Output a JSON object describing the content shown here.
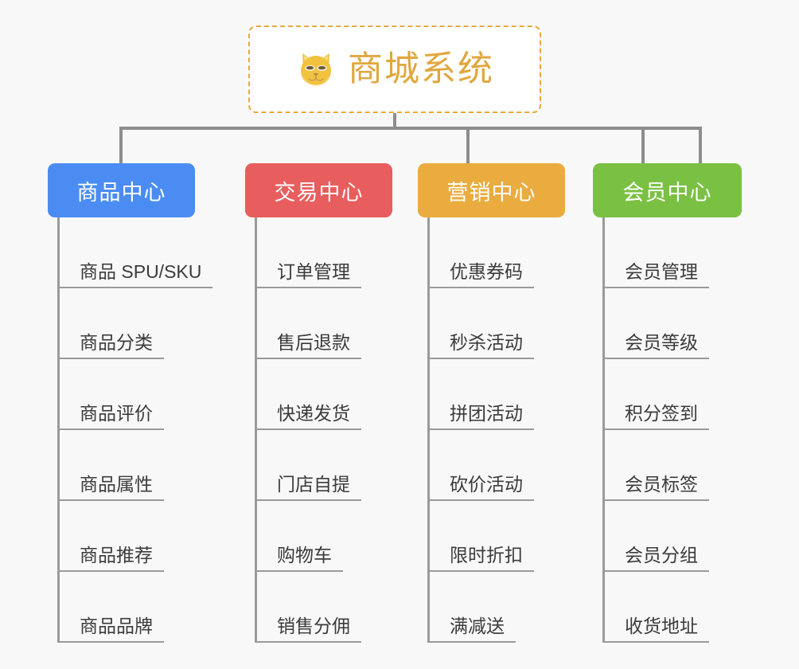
{
  "background": "#f8f8f8",
  "root": {
    "title": "商城系统",
    "icon": "shiba-dog-face-icon",
    "border_color": "#e8a83d",
    "title_color": "#e0a73e"
  },
  "connector_color": "#8d8d8d",
  "trunk_color": "#9a9a9a",
  "columns": [
    {
      "header": "商品中心",
      "color": "#4a8cf2",
      "items": [
        "商品 SPU/SKU",
        "商品分类",
        "商品评价",
        "商品属性",
        "商品推荐",
        "商品品牌"
      ]
    },
    {
      "header": "交易中心",
      "color": "#e85d5d",
      "items": [
        "订单管理",
        "售后退款",
        "快递发货",
        "门店自提",
        "购物车",
        "销售分佣"
      ]
    },
    {
      "header": "营销中心",
      "color": "#eaac3f",
      "items": [
        "优惠券码",
        "秒杀活动",
        "拼团活动",
        "砍价活动",
        "限时折扣",
        "满减送"
      ]
    },
    {
      "header": "会员中心",
      "color": "#7ac143",
      "items": [
        "会员管理",
        "会员等级",
        "积分签到",
        "会员标签",
        "会员分组",
        "收货地址"
      ]
    }
  ]
}
